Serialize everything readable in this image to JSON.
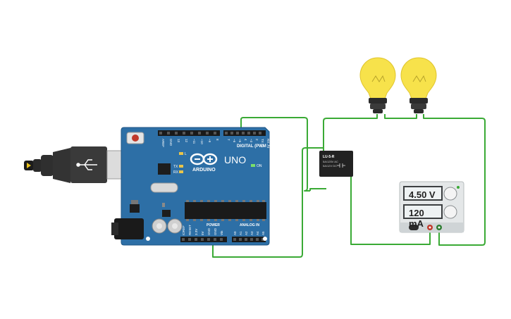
{
  "board": {
    "model": "UNO",
    "brand": "ARDUINO",
    "on_label": "ON",
    "digital_label": "DIGITAL (PWM ~)",
    "power_label": "POWER",
    "analog_label": "ANALOG IN",
    "led_l": "L",
    "led_tx": "TX",
    "led_rx": "RX",
    "top_pins": [
      "AREF",
      "GND",
      "13",
      "12",
      "~11",
      "~10",
      "~9",
      "8",
      "7",
      "~6",
      "~5",
      "4",
      "~3",
      "2",
      "TX→1",
      "RX←0"
    ],
    "power_pins": [
      "IOREF",
      "RESET",
      "3.3V",
      "5V",
      "GND",
      "GND",
      "Vin"
    ],
    "analog_pins": [
      "A0",
      "A1",
      "A2",
      "A3",
      "A4",
      "A5"
    ]
  },
  "relay": {
    "title": "LU-5-R",
    "line1": "5A/125V AC",
    "line2": "5A/12V DC"
  },
  "power_supply": {
    "voltage": "4.50 V",
    "current": "120 mA"
  },
  "colors": {
    "wire": "#3aaa35",
    "board": "#2d6fa6",
    "bulb": "#f7e24b",
    "relay": "#222222"
  }
}
